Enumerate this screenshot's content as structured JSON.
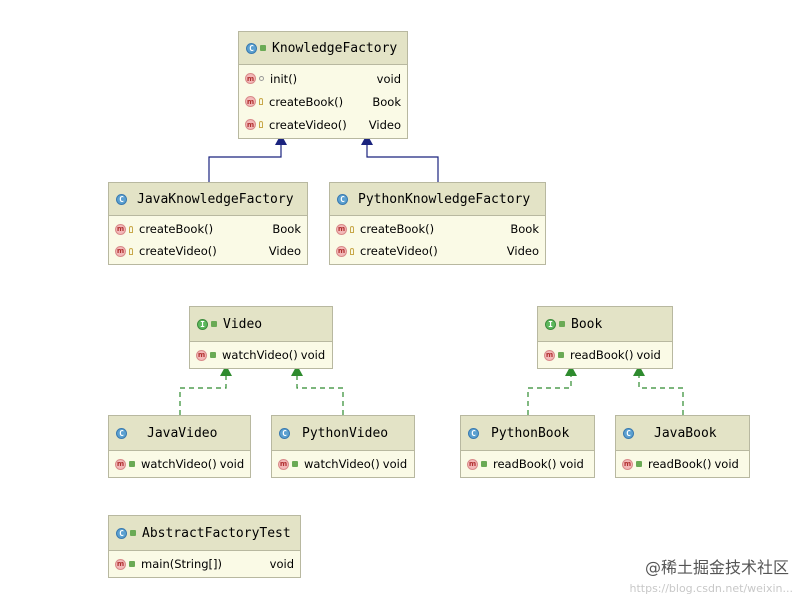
{
  "classes": {
    "knowledge_factory": {
      "name": "KnowledgeFactory",
      "methods": [
        {
          "name": "init()",
          "ret": "void"
        },
        {
          "name": "createBook()",
          "ret": "Book"
        },
        {
          "name": "createVideo()",
          "ret": "Video"
        }
      ]
    },
    "java_knowledge_factory": {
      "name": "JavaKnowledgeFactory",
      "methods": [
        {
          "name": "createBook()",
          "ret": "Book"
        },
        {
          "name": "createVideo()",
          "ret": "Video"
        }
      ]
    },
    "python_knowledge_factory": {
      "name": "PythonKnowledgeFactory",
      "methods": [
        {
          "name": "createBook()",
          "ret": "Book"
        },
        {
          "name": "createVideo()",
          "ret": "Video"
        }
      ]
    },
    "video": {
      "name": "Video",
      "methods": [
        {
          "name": "watchVideo()",
          "ret": "void"
        }
      ]
    },
    "book": {
      "name": "Book",
      "methods": [
        {
          "name": "readBook()",
          "ret": "void"
        }
      ]
    },
    "java_video": {
      "name": "JavaVideo",
      "methods": [
        {
          "name": "watchVideo()",
          "ret": "void"
        }
      ]
    },
    "python_video": {
      "name": "PythonVideo",
      "methods": [
        {
          "name": "watchVideo()",
          "ret": "void"
        }
      ]
    },
    "python_book": {
      "name": "PythonBook",
      "methods": [
        {
          "name": "readBook()",
          "ret": "void"
        }
      ]
    },
    "java_book": {
      "name": "JavaBook",
      "methods": [
        {
          "name": "readBook()",
          "ret": "void"
        }
      ]
    },
    "abstract_factory_test": {
      "name": "AbstractFactoryTest",
      "methods": [
        {
          "name": "main(String[])",
          "ret": "void"
        }
      ]
    }
  },
  "badges": {
    "class": "C",
    "interface": "I",
    "method": "m"
  },
  "watermark": {
    "text": "@稀土掘金技术社区",
    "url": "https://blog.csdn.net/weixin..."
  },
  "colors": {
    "extends_line": "#1a237e",
    "implements_line": "#2e8b2e",
    "header_bg": "#e3e3c6",
    "body_bg": "#fafae6"
  }
}
